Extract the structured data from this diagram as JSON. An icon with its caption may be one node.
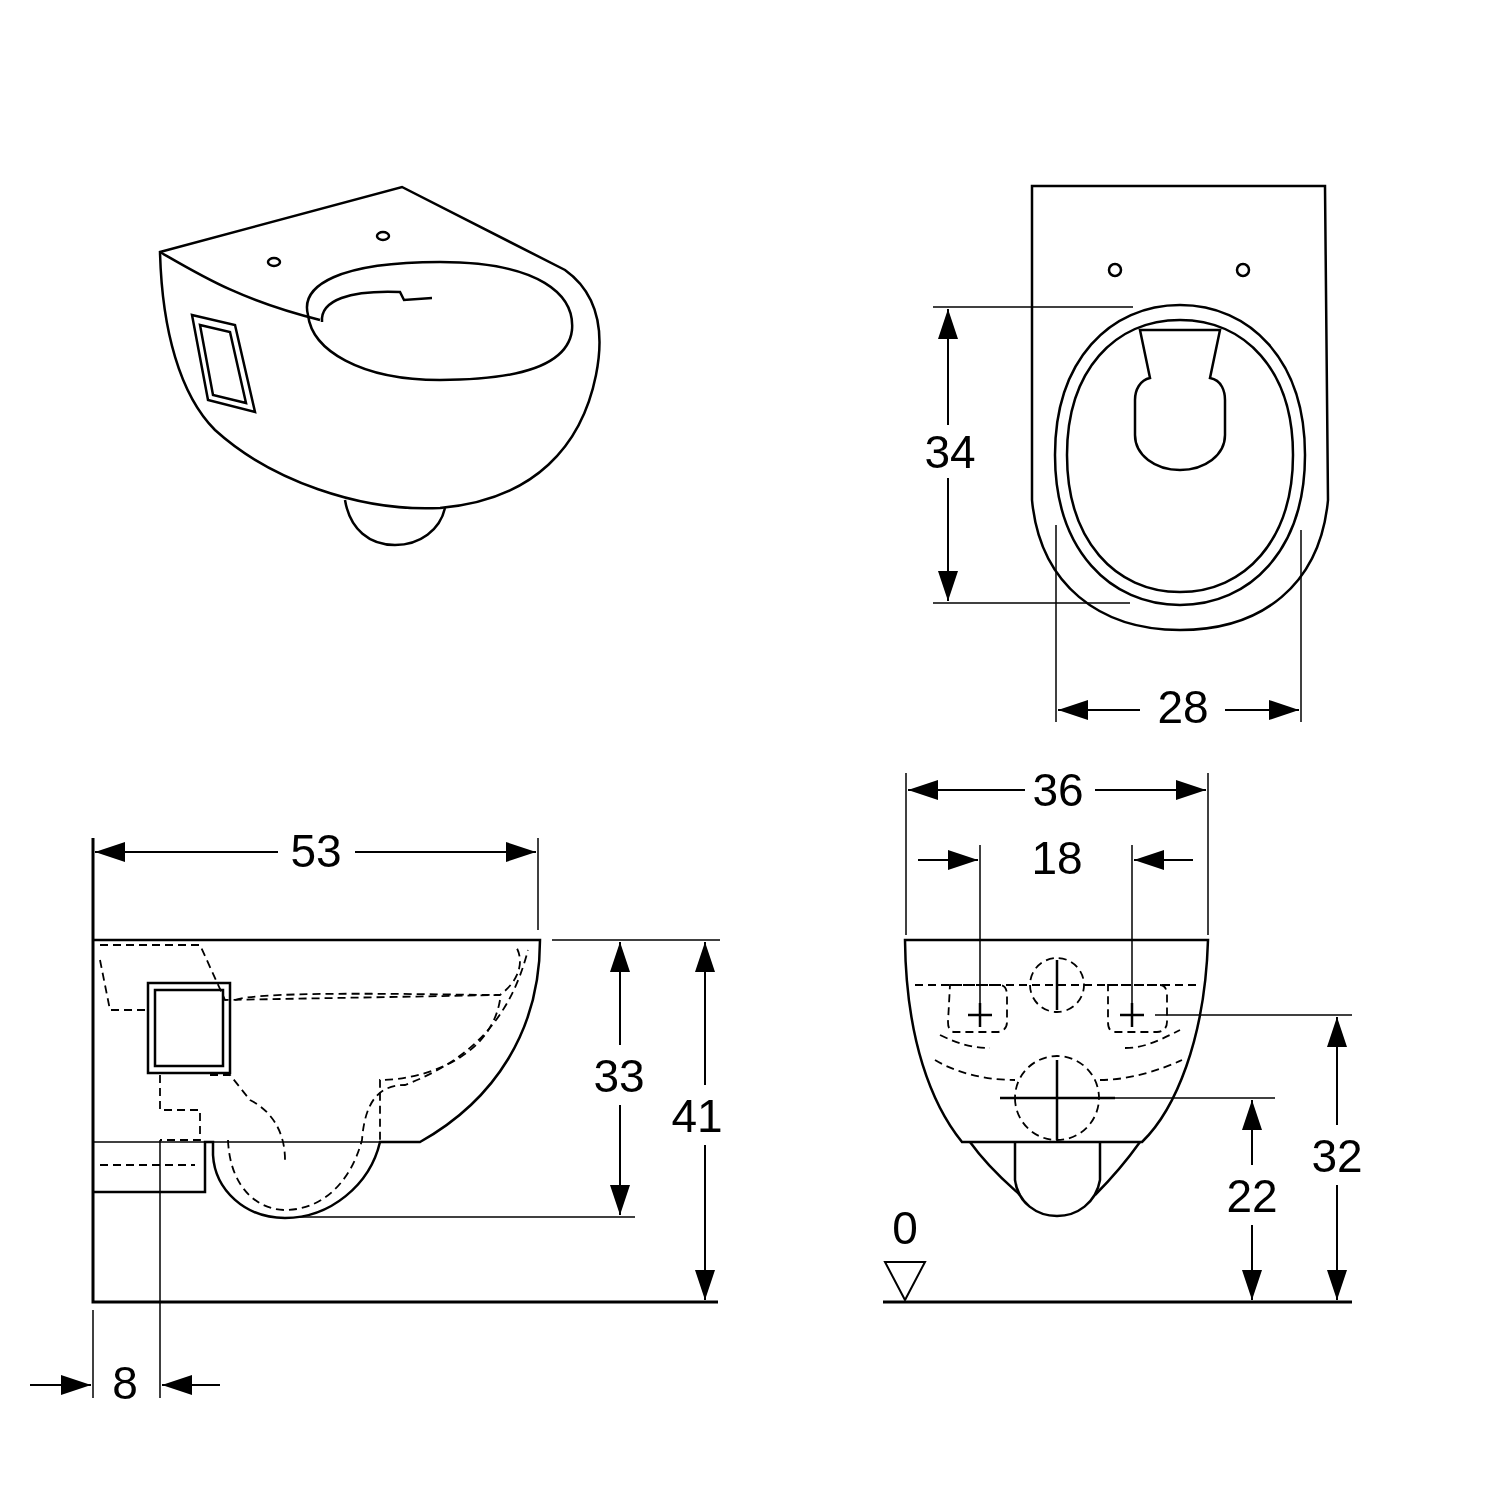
{
  "diagram": {
    "labels": [
      "34",
      "28",
      "36",
      "53",
      "18",
      "33",
      "41",
      "32",
      "22",
      "0",
      "8"
    ]
  }
}
